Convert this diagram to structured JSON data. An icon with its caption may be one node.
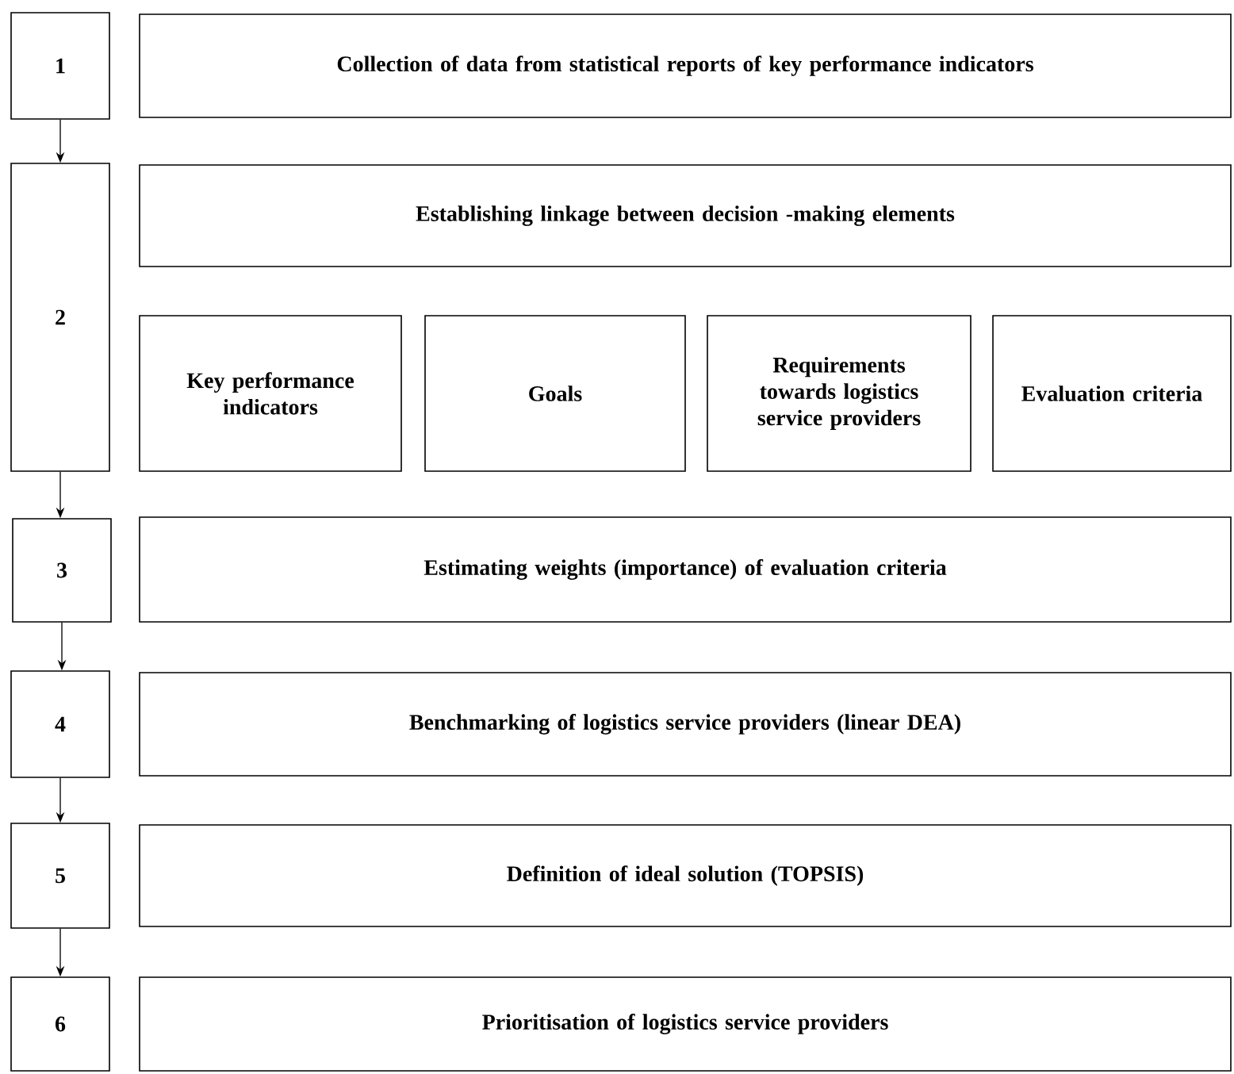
{
  "diagram": {
    "nodes": [
      {
        "text": [
          "1"
        ]
      },
      {
        "text": [
          "Collection of data from statistical reports of key performance indicators"
        ]
      },
      {
        "text": [
          "2"
        ]
      },
      {
        "text": [
          "Establishing linkage between decision -making elements"
        ]
      },
      {
        "text": [
          "Key performance indicators"
        ]
      },
      {
        "text": [
          "Goals"
        ]
      },
      {
        "text": [
          "Requirements towards logistics service providers"
        ]
      },
      {
        "text": [
          "Evaluation criteria"
        ]
      },
      {
        "text": [
          "3"
        ]
      },
      {
        "text": [
          "Estimating weights (importance) of evaluation criteria"
        ]
      },
      {
        "text": [
          "4"
        ]
      },
      {
        "text": [
          "Benchmarking of logistics service providers (linear DEA)"
        ]
      },
      {
        "text": [
          "5"
        ]
      },
      {
        "text": [
          "Definition of ideal solution (TOPSIS)"
        ]
      },
      {
        "text": [
          "6"
        ]
      },
      {
        "text": [
          "Prioritisation of logistics service providers"
        ]
      }
    ],
    "edges": [
      {
        "from": 0,
        "to": 2,
        "arrow": "to"
      },
      {
        "from": 2,
        "to": 8,
        "arrow": "to"
      },
      {
        "from": 8,
        "to": 10,
        "arrow": "to"
      },
      {
        "from": 10,
        "to": 12,
        "arrow": "to"
      },
      {
        "from": 12,
        "to": 14,
        "arrow": "to"
      }
    ]
  }
}
